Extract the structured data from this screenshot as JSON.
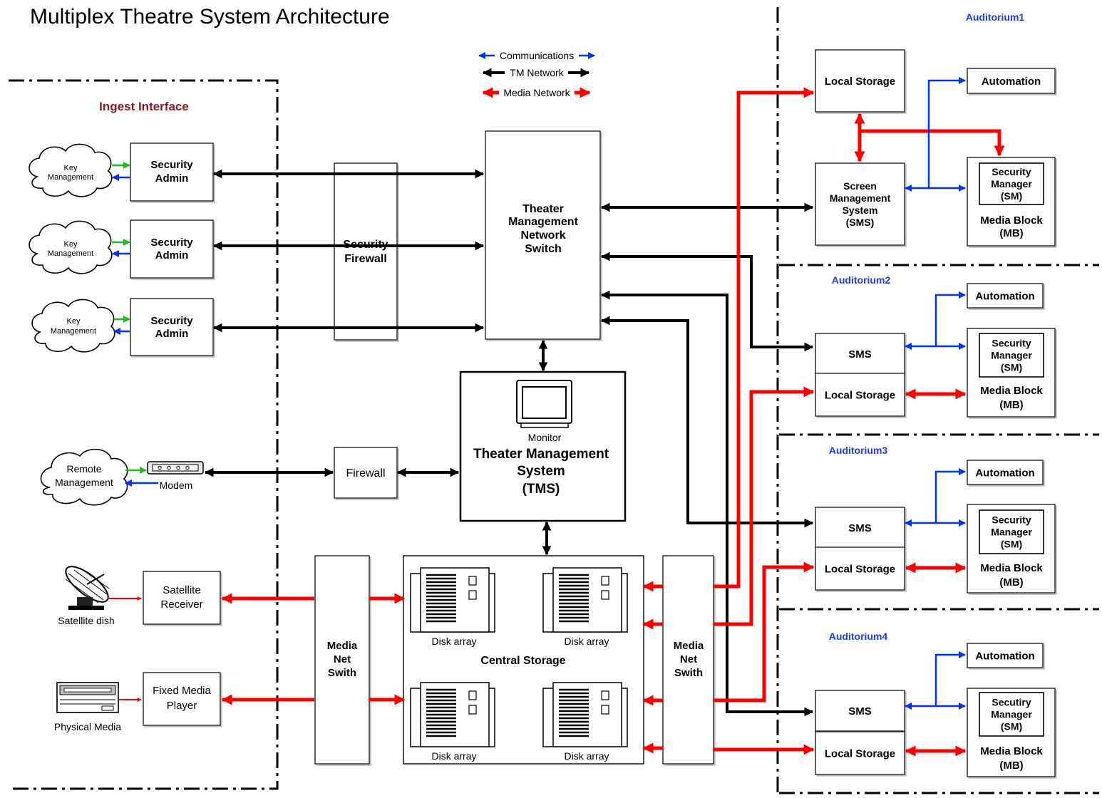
{
  "title": "Multiplex Theatre System Architecture",
  "legend": {
    "communications": "Communications",
    "tm_network": "TM Network",
    "media_network": "Media Network"
  },
  "colors": {
    "communications": "#0033ff",
    "tm_network": "#000000",
    "media_network": "#ff0000",
    "key_link": "#22bb22",
    "ingest_title": "#8b1a1a",
    "auditorium_title": "#1a3cff"
  },
  "ingest": {
    "title": "Ingest Interface",
    "key_mgmt": [
      "Key Management",
      "Key Management",
      "Key Management"
    ],
    "security_admin": [
      "Security Admin",
      "Security Admin",
      "Security Admin"
    ],
    "remote_mgmt": "Remote Management",
    "modem": "Modem",
    "satellite_dish": "Satellite dish",
    "satellite_receiver": "Satellite Receiver",
    "physical_media": "Physical Media",
    "fixed_media_player": "Fixed Media Player"
  },
  "core": {
    "security_firewall": "Security Firewall",
    "tm_switch": "Theater Management Network Switch",
    "firewall": "Firewall",
    "monitor": "Monitor",
    "tms": "Theater Management System (TMS)",
    "media_switch": "Media Net Swith",
    "central_storage": "Central Storage",
    "disk_array": "Disk array"
  },
  "auditoriums": [
    {
      "name": "Auditorium1",
      "local_storage": "Local Storage",
      "sms": "Screen Management System (SMS)",
      "automation": "Automation",
      "security_manager": "Security Manager (SM)",
      "media_block": "Media Block (MB)"
    },
    {
      "name": "Auditorium2",
      "local_storage": "Local Storage",
      "sms": "SMS",
      "automation": "Automation",
      "security_manager": "Security Manager (SM)",
      "media_block": "Media Block (MB)"
    },
    {
      "name": "Auditorium3",
      "local_storage": "Local Storage",
      "sms": "SMS",
      "automation": "Automation",
      "security_manager": "Security Manager (SM)",
      "media_block": "Media Block (MB)"
    },
    {
      "name": "Auditorium4",
      "local_storage": "Local Storage",
      "sms": "SMS",
      "automation": "Automation",
      "security_manager": "Secutiry Manager (SM)",
      "media_block": "Media Block (MB)"
    }
  ]
}
